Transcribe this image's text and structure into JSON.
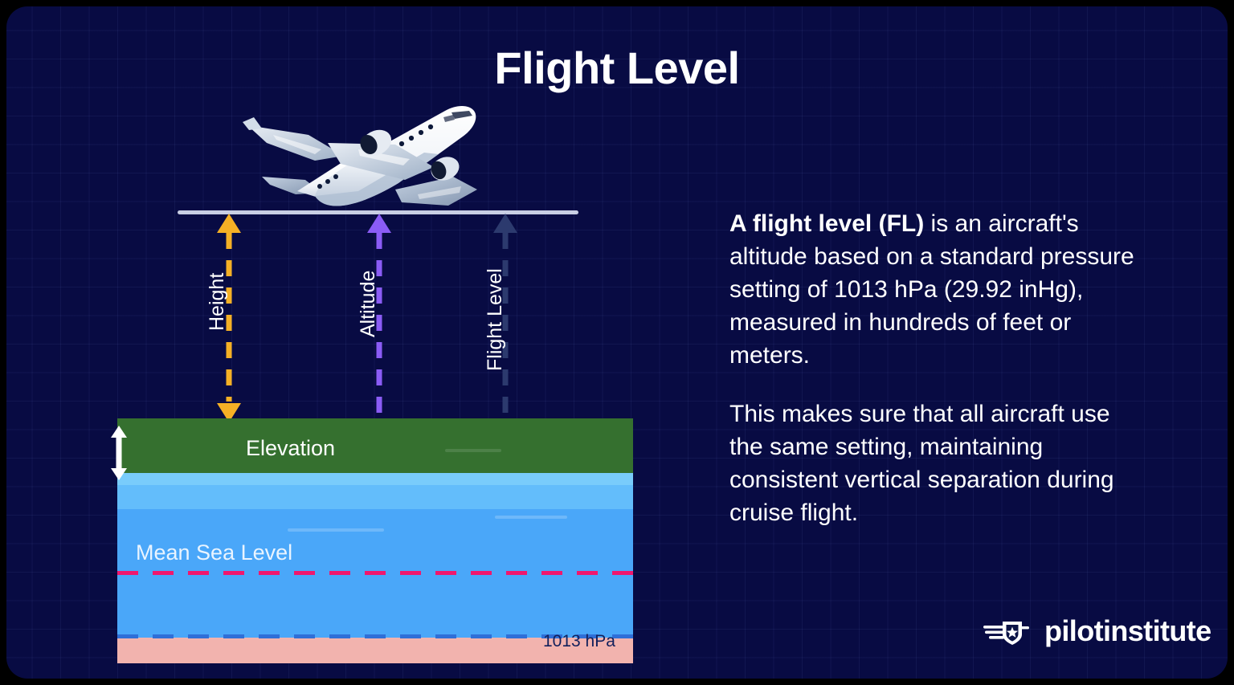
{
  "poster": {
    "title": "Flight Level",
    "background_color": "#080b43"
  },
  "diagram": {
    "ceiling_label": "aircraft-level-line",
    "measures": [
      {
        "id": "height",
        "label": "Height",
        "color": "#f5b025"
      },
      {
        "id": "altitude",
        "label": "Altitude",
        "color": "#8b5cf6"
      },
      {
        "id": "flight-level",
        "label": "Flight Level",
        "color": "#2c3a6e"
      }
    ],
    "elevation_label": "Elevation",
    "elevation_arrow_color": "#ffffff",
    "mean_sea_level_label": "Mean Sea Level",
    "mean_sea_level_color": "#f0176e",
    "pressure_label": "1013 hPa",
    "pressure_line_color": "#2f6fd8",
    "terrain_color": "#35702f",
    "water_color": "#4aa7f9",
    "pressure_band_color": "#f2b3ae"
  },
  "copy": {
    "paragraph1_bold": "A flight level (FL)",
    "paragraph1_rest": " is an aircraft's altitude based on a standard pressure setting of 1013 hPa (29.92 inHg), measured in hundreds of feet or meters.",
    "paragraph2": "This makes sure that all aircraft use the same setting, maintaining consistent vertical separation during cruise flight."
  },
  "logo": {
    "text": "pilotinstitute",
    "mark": "winged-shield-star-icon"
  }
}
